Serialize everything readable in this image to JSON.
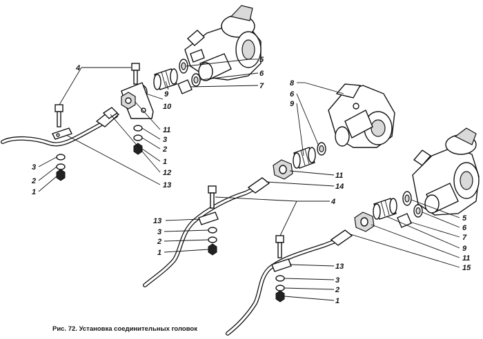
{
  "caption": "Рис. 72. Установка соединительных головок",
  "callouts": {
    "c_4a": "4",
    "c_5a": "5",
    "c_6a": "6",
    "c_7a": "7",
    "c_9a": "9",
    "c_10a": "10",
    "c_11a": "11",
    "c_3a": "3",
    "c_2a": "2",
    "c_1a": "1",
    "c_12a": "12",
    "c_13a": "13",
    "c_3b": "3",
    "c_2b": "2",
    "c_1b": "1",
    "c_8b": "8",
    "c_6b": "6",
    "c_9b": "9",
    "c_11b": "11",
    "c_14b": "14",
    "c_4b": "4",
    "c_13b": "13",
    "c_3c": "3",
    "c_2c": "2",
    "c_1c": "1",
    "c_5c": "5",
    "c_6c": "6",
    "c_7c": "7",
    "c_9c": "9",
    "c_11c": "11",
    "c_15c": "15",
    "c_13c": "13",
    "c_3d": "3",
    "c_2d": "2",
    "c_1d": "1"
  }
}
